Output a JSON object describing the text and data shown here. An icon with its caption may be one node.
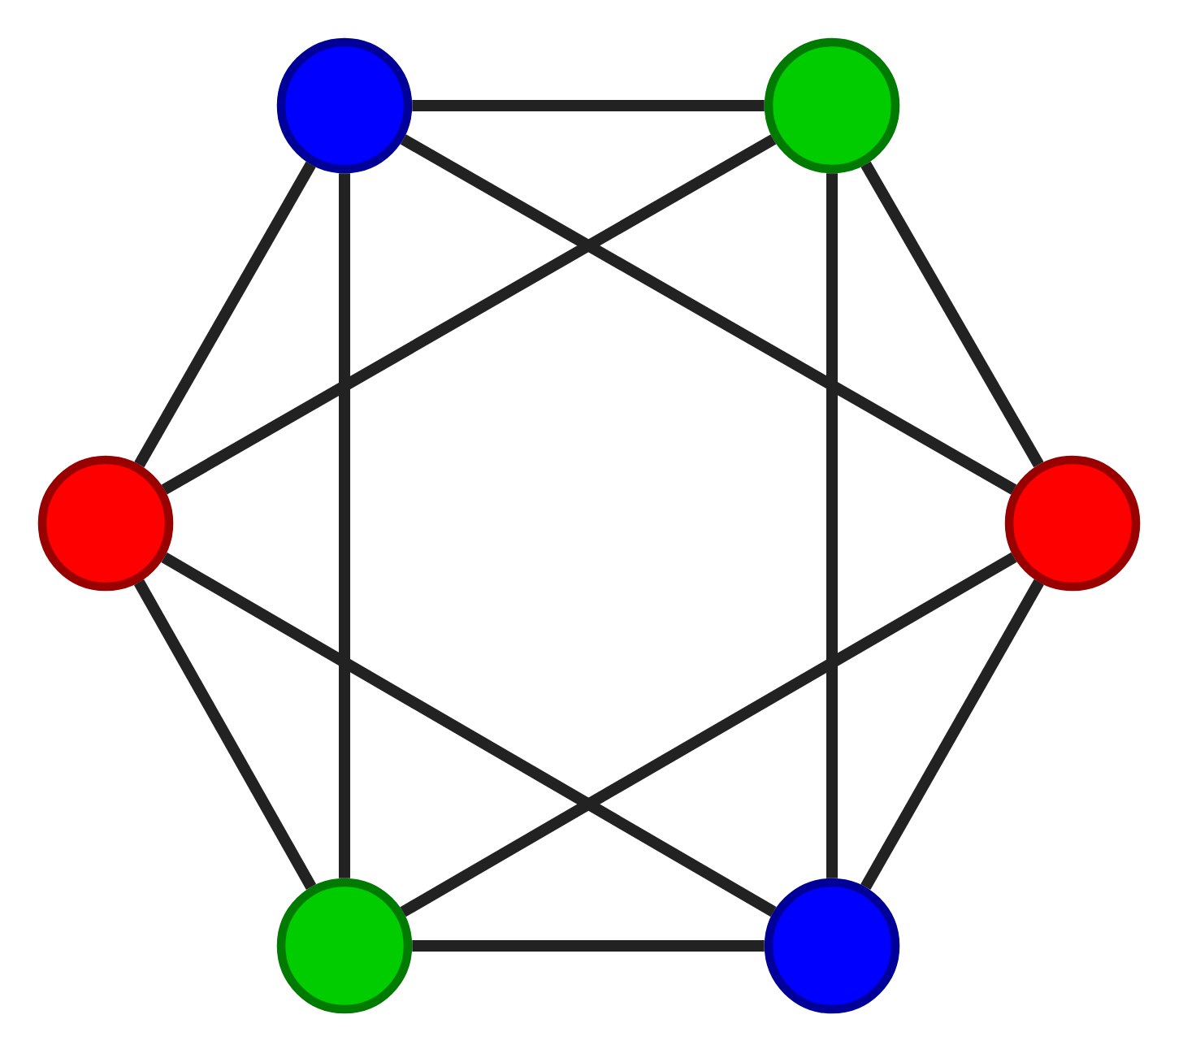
{
  "diagram": {
    "nodes": [
      {
        "text": [],
        "shape": "circle"
      },
      {
        "text": [],
        "shape": "circle"
      },
      {
        "text": [],
        "shape": "circle"
      },
      {
        "text": [],
        "shape": "circle"
      },
      {
        "text": [],
        "shape": "circle"
      },
      {
        "text": [],
        "shape": "circle"
      }
    ],
    "edges": [
      {
        "from": 0,
        "to": 1,
        "arrow": "none"
      },
      {
        "from": 0,
        "to": 2,
        "arrow": "none"
      },
      {
        "from": 0,
        "to": 4,
        "arrow": "none"
      },
      {
        "from": 0,
        "to": 3,
        "arrow": "none"
      },
      {
        "from": 1,
        "to": 2,
        "arrow": "none"
      },
      {
        "from": 1,
        "to": 5,
        "arrow": "none"
      },
      {
        "from": 1,
        "to": 3,
        "arrow": "none"
      },
      {
        "from": 2,
        "to": 4,
        "arrow": "none"
      },
      {
        "from": 2,
        "to": 5,
        "arrow": "none"
      },
      {
        "from": 3,
        "to": 4,
        "arrow": "none"
      },
      {
        "from": 3,
        "to": 5,
        "arrow": "none"
      },
      {
        "from": 4,
        "to": 5,
        "arrow": "none"
      }
    ]
  }
}
